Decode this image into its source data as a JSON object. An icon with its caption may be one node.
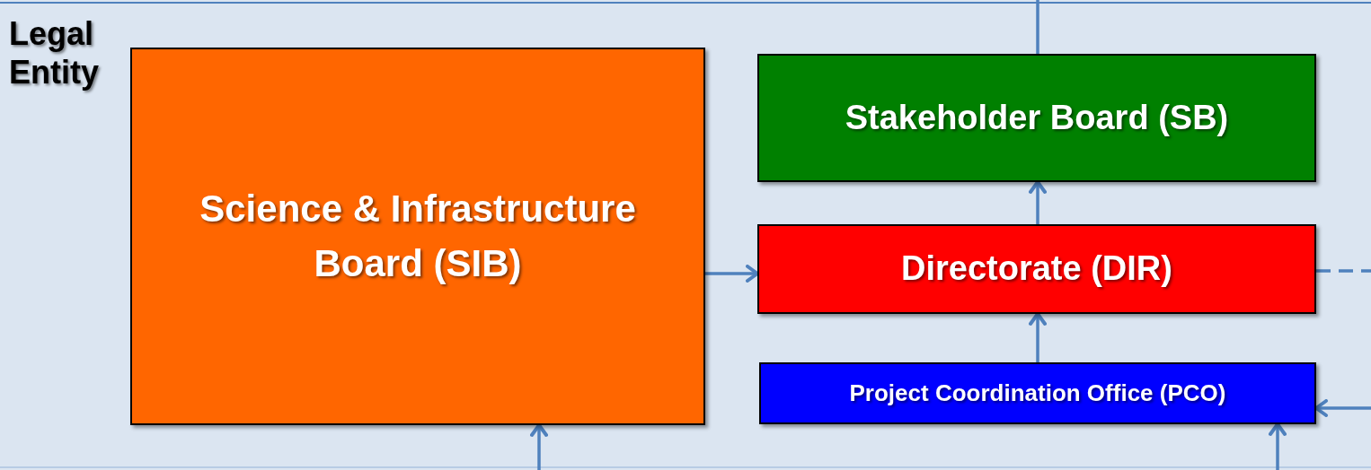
{
  "diagram": {
    "nodes": [
      {
        "text": [
          "Legal Entity"
        ]
      },
      {
        "text": [
          "Science & Infrastructure Board (SIB)"
        ],
        "in": 0
      },
      {
        "text": [
          "Stakeholder Board (SB)"
        ],
        "in": 0
      },
      {
        "text": [
          "Directorate (DIR)"
        ],
        "in": 0
      },
      {
        "text": [
          "Project Coordination Office (PCO)"
        ],
        "in": 0
      }
    ],
    "edges": [
      {
        "from": 1,
        "to": 3,
        "arrow": "to"
      },
      {
        "from": 3,
        "to": 2,
        "arrow": "to"
      },
      {
        "from": 4,
        "to": 3,
        "arrow": "to"
      },
      {
        "from": 2,
        "to": null,
        "arrow": "none"
      },
      {
        "from": 3,
        "to": null,
        "arrow": "none",
        "style": "dashed"
      },
      {
        "from": null,
        "to": 4,
        "arrow": "to"
      },
      {
        "from": null,
        "to": 4,
        "arrow": "to"
      },
      {
        "from": null,
        "to": 1,
        "arrow": "to"
      }
    ]
  }
}
